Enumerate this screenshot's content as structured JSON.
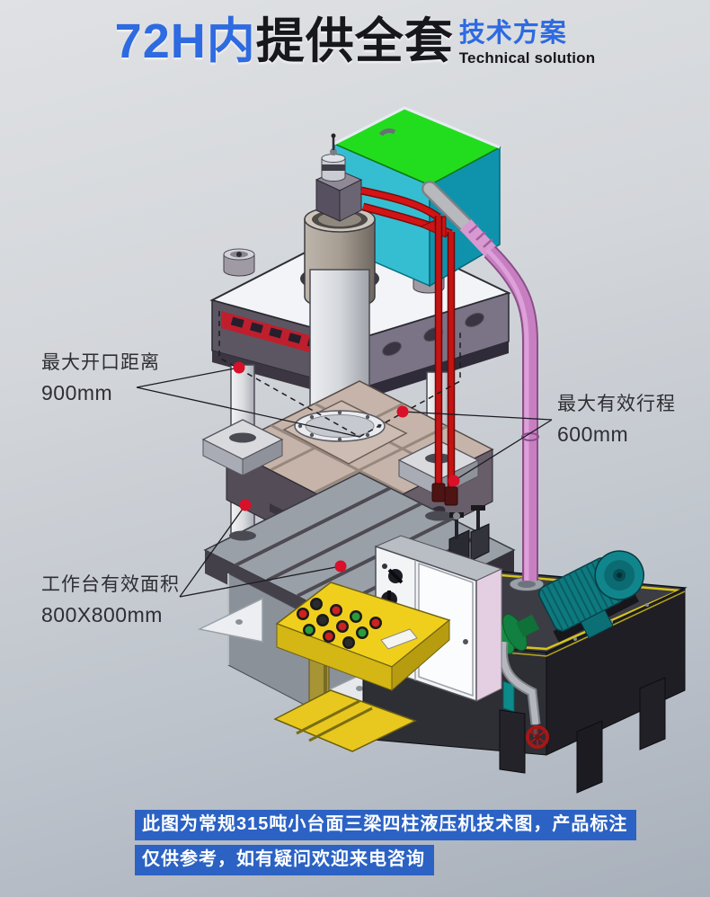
{
  "header": {
    "title_highlight": "72H内",
    "title_rest": "提供全套",
    "badge_title": "技术方案",
    "badge_subtitle": "Technical solution"
  },
  "annotations": {
    "max_opening": {
      "label": "最大开口距离",
      "value": "900mm"
    },
    "max_stroke": {
      "label": "最大有效行程",
      "value": "600mm"
    },
    "table_area": {
      "label": "工作台有效面积",
      "value": "800X800mm"
    }
  },
  "footer": {
    "line1": "此图为常规315吨小台面三梁四柱液压机技术图，产品标注",
    "line2": "仅供参考，如有疑问欢迎来电咨询"
  },
  "illustration": {
    "subject": "315吨小台面三梁四柱液压机",
    "marker_color": "#D8102A",
    "palette": {
      "accent_blue": "#2E6AE0",
      "footer_bar_blue": "#2B62C4",
      "reservoir_teal": "#35BED2",
      "reservoir_top_green": "#22DD1E",
      "pendant_yellow": "#F0CF1C",
      "hose_pink": "#C77FC2",
      "pipe_red": "#C51313",
      "motor_teal": "#0D7A80"
    }
  }
}
